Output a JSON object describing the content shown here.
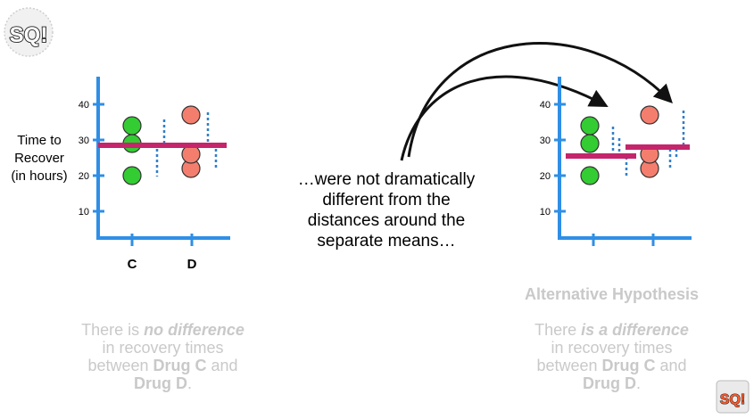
{
  "left_chart": {
    "y_axis_label_lines": [
      "Time to",
      "Recover",
      "(in hours)"
    ],
    "y_ticks": [
      "10",
      "20",
      "30",
      "40"
    ],
    "x_categories": [
      "C",
      "D"
    ],
    "drug_c_points": [
      20,
      29,
      34
    ],
    "drug_d_points": [
      22,
      26,
      37
    ],
    "overall_mean": 28.5
  },
  "right_chart": {
    "y_ticks": [
      "10",
      "20",
      "30",
      "40"
    ],
    "drug_c_points": [
      20,
      29,
      34
    ],
    "drug_d_points": [
      22,
      26,
      37
    ],
    "mean_c": 25.5,
    "mean_d": 28
  },
  "center_caption_lines": [
    "…were not dramatically",
    "different from the",
    "distances around the",
    "separate means…"
  ],
  "null_text": {
    "line1_a": "There is ",
    "line1_b": "no difference",
    "line2": "in recovery times",
    "line3_a": "between ",
    "line3_b": "Drug C",
    "line3_c": " and",
    "line4_a": "Drug D",
    "line4_b": "."
  },
  "alt_text": {
    "title": "Alternative Hypothesis",
    "line1_a": "There ",
    "line1_b": "is a difference",
    "line2": "in recovery times",
    "line3_a": "between ",
    "line3_b": "Drug C",
    "line3_c": " and",
    "line4_a": "Drug D",
    "line4_b": "."
  },
  "colors": {
    "axis": "#2f8fe6",
    "green_point": "#33cc33",
    "red_point": "#f47e6e",
    "mean_line": "#c4256b",
    "dotted": "#2f7fc8"
  },
  "logo_text": "SQ!"
}
